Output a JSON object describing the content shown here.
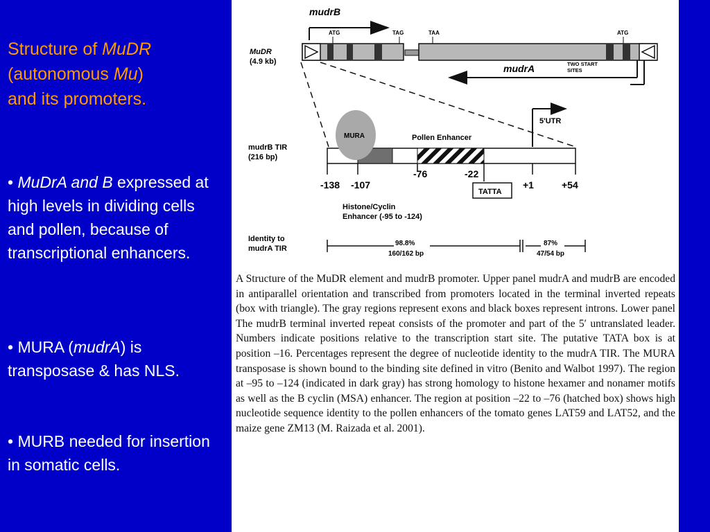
{
  "slide": {
    "title_part1": "Structure of ",
    "title_italic1": "MuDR",
    "title_part2": "(autonomous ",
    "title_italic2": "Mu",
    "title_part3": ")",
    "title_part4": "and its promoters.",
    "bullets": [
      {
        "marker": "• ",
        "italic": "MuDrA and B",
        "text": "expressed at high levels in dividing cells and pollen, because of transcriptional enhancers."
      },
      {
        "marker": "• ",
        "pre": "MURA (",
        "italic": "mudrA",
        "post": ") is transposase & has NLS."
      },
      {
        "marker": "• ",
        "text": "MURB needed for insertion in somatic cells."
      }
    ]
  },
  "figure": {
    "gene_b_label": "mudrB",
    "gene_a_label": "mudrA",
    "element_label": "MuDR",
    "element_size": "(4.9 kb)",
    "atg_left": "ATG",
    "tag": "TAG",
    "taa": "TAA",
    "atg_right": "ATG",
    "two_start_sites_1": "TWO START",
    "two_start_sites_2": "SITES",
    "tir_label": "mudrB TIR",
    "tir_size": "(216 bp)",
    "mura_label": "MURA",
    "pollen_enhancer": "Pollen Enhancer",
    "utr_label": "5'UTR",
    "pos_m138": "-138",
    "pos_m107": "-107",
    "pos_m76": "-76",
    "pos_m22": "-22",
    "pos_p1": "+1",
    "pos_p54": "+54",
    "tata": "TATTA",
    "histone_1": "Histone/Cyclin",
    "histone_2": "Enhancer (-95 to -124)",
    "identity_1": "Identity to",
    "identity_2": "mudrA TIR",
    "pct_1": "98.8%",
    "bp_1": "160/162 bp",
    "pct_2": "87%",
    "bp_2": "47/54 bp",
    "colors": {
      "exon_gray": "#b8b8b8",
      "intron_black": "#333333",
      "dark_gray": "#6f6f6f",
      "mura_gray": "#a9a9a9"
    }
  },
  "caption": "A Structure of the MuDR element and mudrB promoter. Upper panel mudrA and mudrB are encoded in antiparallel orientation and transcribed from promoters located in the terminal inverted repeats (box with triangle). The gray regions represent exons and black boxes represent introns. Lower panel The mudrB terminal inverted repeat consists of the promoter and part of the 5′ untranslated leader. Numbers indicate positions relative to the transcription start site. The putative TATA box is at position –16. Percentages represent the degree of nucleotide identity to the mudrA TIR. The MURA transposase is shown bound to the binding site defined in vitro (Benito and Walbot 1997). The region at –95 to –124 (indicated in dark gray) has strong homology to histone hexamer and nonamer motifs as well as the B cyclin (MSA) enhancer. The region at position –22 to –76 (hatched box) shows high nucleotide sequence identity to the pollen enhancers of the tomato genes LAT59 and LAT52, and the maize gene ZM13 (M. Raizada et al. 2001)."
}
